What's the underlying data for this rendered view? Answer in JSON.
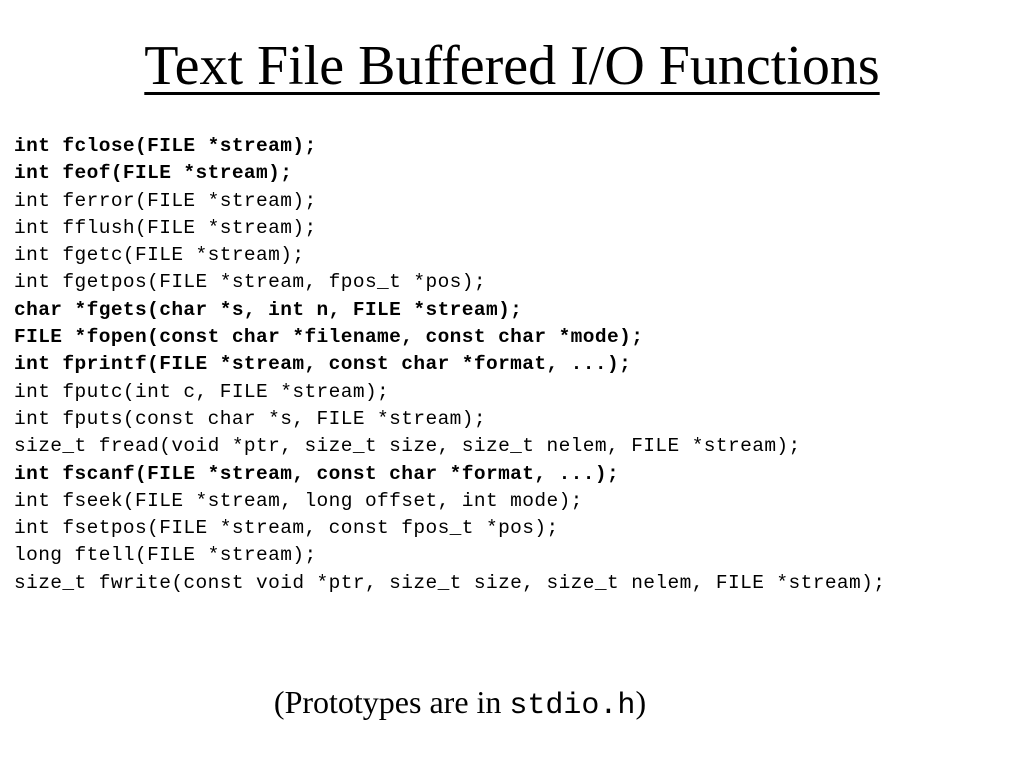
{
  "title": "Text File Buffered I/O Functions",
  "prototypes": [
    {
      "text": "int fclose(FILE *stream);",
      "bold": true
    },
    {
      "text": "int feof(FILE *stream);",
      "bold": true
    },
    {
      "text": "int ferror(FILE *stream);",
      "bold": false
    },
    {
      "text": "int fflush(FILE *stream);",
      "bold": false
    },
    {
      "text": "int fgetc(FILE *stream);",
      "bold": false
    },
    {
      "text": "int fgetpos(FILE *stream, fpos_t *pos);",
      "bold": false
    },
    {
      "text": "char *fgets(char *s, int n, FILE *stream);",
      "bold": true
    },
    {
      "text": "FILE *fopen(const char *filename, const char *mode);",
      "bold": true
    },
    {
      "text": "int fprintf(FILE *stream, const char *format, ...);",
      "bold": true
    },
    {
      "text": "int fputc(int c, FILE *stream);",
      "bold": false
    },
    {
      "text": "int fputs(const char *s, FILE *stream);",
      "bold": false
    },
    {
      "text": "size_t fread(void *ptr, size_t size, size_t nelem, FILE *stream);",
      "bold": false
    },
    {
      "text": "int fscanf(FILE *stream, const char *format, ...);",
      "bold": true
    },
    {
      "text": "int fseek(FILE *stream, long offset, int mode);",
      "bold": false
    },
    {
      "text": "int fsetpos(FILE *stream, const fpos_t *pos);",
      "bold": false
    },
    {
      "text": "long ftell(FILE *stream);",
      "bold": false
    },
    {
      "text": "size_t fwrite(const void *ptr, size_t size, size_t nelem, FILE *stream);",
      "bold": false
    }
  ],
  "footnote": {
    "prefix": "(Prototypes are in ",
    "code": "stdio.h",
    "suffix": ")"
  }
}
